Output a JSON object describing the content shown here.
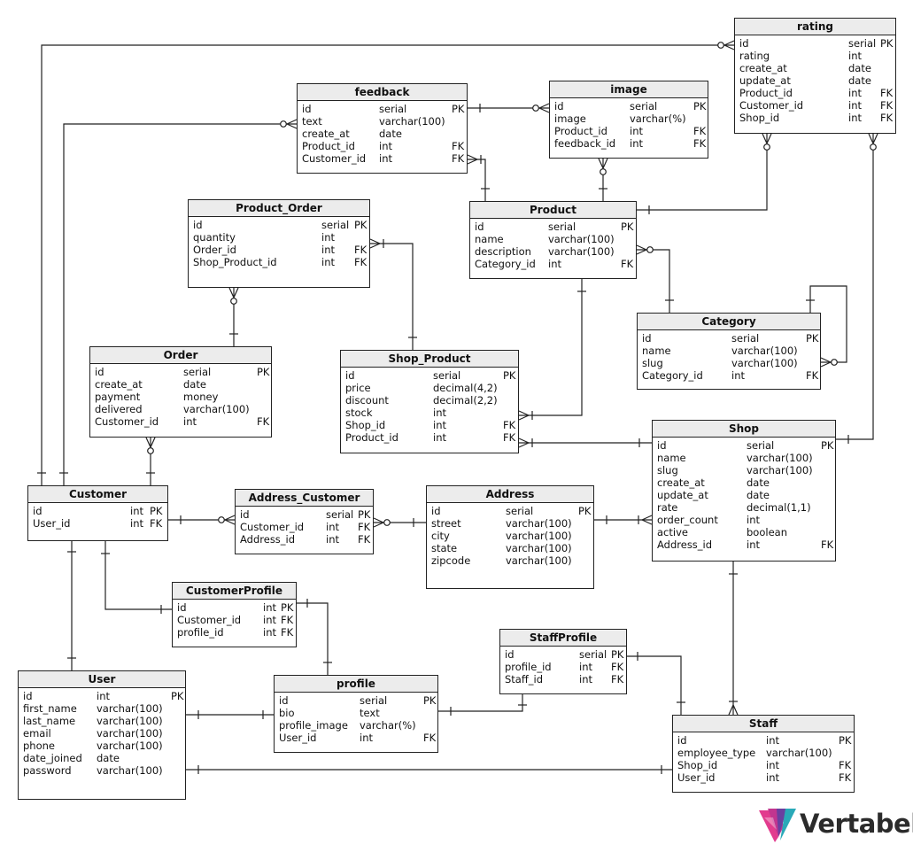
{
  "tables": [
    {
      "key": "rating",
      "name": "rating",
      "cols": [
        [
          "id",
          "serial",
          "PK"
        ],
        [
          "rating",
          "int",
          ""
        ],
        [
          "create_at",
          "date",
          ""
        ],
        [
          "update_at",
          "date",
          ""
        ],
        [
          "Product_id",
          "int",
          "FK"
        ],
        [
          "Customer_id",
          "int",
          "FK"
        ],
        [
          "Shop_id",
          "int",
          "FK"
        ]
      ]
    },
    {
      "key": "feedback",
      "name": "feedback",
      "cols": [
        [
          "id",
          "serial",
          "PK"
        ],
        [
          "text",
          "varchar(100)",
          ""
        ],
        [
          "create_at",
          "date",
          ""
        ],
        [
          "Product_id",
          "int",
          "FK"
        ],
        [
          "Customer_id",
          "int",
          "FK"
        ]
      ]
    },
    {
      "key": "image",
      "name": "image",
      "cols": [
        [
          "id",
          "serial",
          "PK"
        ],
        [
          "image",
          "varchar(%)",
          ""
        ],
        [
          "Product_id",
          "int",
          "FK"
        ],
        [
          "feedback_id",
          "int",
          "FK"
        ]
      ]
    },
    {
      "key": "product_order",
      "name": "Product_Order",
      "cols": [
        [
          "id",
          "serial",
          "PK"
        ],
        [
          "quantity",
          "int",
          ""
        ],
        [
          "Order_id",
          "int",
          "FK"
        ],
        [
          "Shop_Product_id",
          "int",
          "FK"
        ]
      ]
    },
    {
      "key": "product",
      "name": "Product",
      "cols": [
        [
          "id",
          "serial",
          "PK"
        ],
        [
          "name",
          "varchar(100)",
          ""
        ],
        [
          "description",
          "varchar(100)",
          ""
        ],
        [
          "Category_id",
          "int",
          "FK"
        ]
      ]
    },
    {
      "key": "category",
      "name": "Category",
      "cols": [
        [
          "id",
          "serial",
          "PK"
        ],
        [
          "name",
          "varchar(100)",
          ""
        ],
        [
          "slug",
          "varchar(100)",
          ""
        ],
        [
          "Category_id",
          "int",
          "FK"
        ]
      ]
    },
    {
      "key": "order",
      "name": "Order",
      "cols": [
        [
          "id",
          "serial",
          "PK"
        ],
        [
          "create_at",
          "date",
          ""
        ],
        [
          "payment",
          "money",
          ""
        ],
        [
          "delivered",
          "varchar(100)",
          ""
        ],
        [
          "Customer_id",
          "int",
          "FK"
        ]
      ]
    },
    {
      "key": "shop_product",
      "name": "Shop_Product",
      "cols": [
        [
          "id",
          "serial",
          "PK"
        ],
        [
          "price",
          "decimal(4,2)",
          ""
        ],
        [
          "discount",
          "decimal(2,2)",
          ""
        ],
        [
          "stock",
          "int",
          ""
        ],
        [
          "Shop_id",
          "int",
          "FK"
        ],
        [
          "Product_id",
          "int",
          "FK"
        ]
      ]
    },
    {
      "key": "shop",
      "name": "Shop",
      "cols": [
        [
          "id",
          "serial",
          "PK"
        ],
        [
          "name",
          "varchar(100)",
          ""
        ],
        [
          "slug",
          "varchar(100)",
          ""
        ],
        [
          "create_at",
          "date",
          ""
        ],
        [
          "update_at",
          "date",
          ""
        ],
        [
          "rate",
          "decimal(1,1)",
          ""
        ],
        [
          "order_count",
          "int",
          ""
        ],
        [
          "active",
          "boolean",
          ""
        ],
        [
          "Address_id",
          "int",
          "FK"
        ]
      ]
    },
    {
      "key": "customer",
      "name": "Customer",
      "cols": [
        [
          "id",
          "int",
          "PK"
        ],
        [
          "User_id",
          "int",
          "FK"
        ]
      ]
    },
    {
      "key": "address_customer",
      "name": "Address_Customer",
      "cols": [
        [
          "id",
          "serial",
          "PK"
        ],
        [
          "Customer_id",
          "int",
          "FK"
        ],
        [
          "Address_id",
          "int",
          "FK"
        ]
      ]
    },
    {
      "key": "address",
      "name": "Address",
      "cols": [
        [
          "id",
          "serial",
          "PK"
        ],
        [
          "street",
          "varchar(100)",
          ""
        ],
        [
          "city",
          "varchar(100)",
          ""
        ],
        [
          "state",
          "varchar(100)",
          ""
        ],
        [
          "zipcode",
          "varchar(100)",
          ""
        ]
      ]
    },
    {
      "key": "customerprofile",
      "name": "CustomerProfile",
      "cols": [
        [
          "id",
          "int",
          "PK"
        ],
        [
          "Customer_id",
          "int",
          "FK"
        ],
        [
          "profile_id",
          "int",
          "FK"
        ]
      ]
    },
    {
      "key": "staffprofile",
      "name": "StaffProfile",
      "cols": [
        [
          "id",
          "serial",
          "PK"
        ],
        [
          "profile_id",
          "int",
          "FK"
        ],
        [
          "Staff_id",
          "int",
          "FK"
        ]
      ]
    },
    {
      "key": "user",
      "name": "User",
      "cols": [
        [
          "id",
          "int",
          "PK"
        ],
        [
          "first_name",
          "varchar(100)",
          ""
        ],
        [
          "last_name",
          "varchar(100)",
          ""
        ],
        [
          "email",
          "varchar(100)",
          ""
        ],
        [
          "phone",
          "varchar(100)",
          ""
        ],
        [
          "date_joined",
          "date",
          ""
        ],
        [
          "password",
          "varchar(100)",
          ""
        ]
      ]
    },
    {
      "key": "profile",
      "name": "profile",
      "cols": [
        [
          "id",
          "serial",
          "PK"
        ],
        [
          "bio",
          "text",
          ""
        ],
        [
          "profile_image",
          "varchar(%)",
          ""
        ],
        [
          "User_id",
          "int",
          "FK"
        ]
      ]
    },
    {
      "key": "staff",
      "name": "Staff",
      "cols": [
        [
          "id",
          "int",
          "PK"
        ],
        [
          "employee_type",
          "varchar(100)",
          ""
        ],
        [
          "Shop_id",
          "int",
          "FK"
        ],
        [
          "User_id",
          "int",
          "FK"
        ]
      ]
    }
  ],
  "relationships": [
    {
      "child": "rating",
      "parent": "customer"
    },
    {
      "child": "rating",
      "parent": "product"
    },
    {
      "child": "rating",
      "parent": "shop"
    },
    {
      "child": "feedback",
      "parent": "customer"
    },
    {
      "child": "feedback",
      "parent": "product"
    },
    {
      "child": "image",
      "parent": "feedback"
    },
    {
      "child": "image",
      "parent": "product"
    },
    {
      "child": "product_order",
      "parent": "order"
    },
    {
      "child": "product_order",
      "parent": "shop_product"
    },
    {
      "child": "product",
      "parent": "category"
    },
    {
      "child": "category",
      "parent": "category"
    },
    {
      "child": "order",
      "parent": "customer"
    },
    {
      "child": "shop_product",
      "parent": "product"
    },
    {
      "child": "shop_product",
      "parent": "shop"
    },
    {
      "child": "shop",
      "parent": "address"
    },
    {
      "child": "address_customer",
      "parent": "customer"
    },
    {
      "child": "address_customer",
      "parent": "address"
    },
    {
      "child": "customer",
      "parent": "user"
    },
    {
      "child": "customerprofile",
      "parent": "customer"
    },
    {
      "child": "customerprofile",
      "parent": "profile"
    },
    {
      "child": "profile",
      "parent": "user"
    },
    {
      "child": "staffprofile",
      "parent": "profile"
    },
    {
      "child": "staffprofile",
      "parent": "staff"
    },
    {
      "child": "staff",
      "parent": "shop"
    },
    {
      "child": "staff",
      "parent": "user"
    }
  ],
  "logo": {
    "text": "Vertabelo"
  },
  "colors": {
    "line": "#222222",
    "header": "#ececec",
    "logo_pink": "#e23c8e",
    "logo_purple": "#6b3fa0",
    "logo_teal": "#2aa9b8"
  }
}
